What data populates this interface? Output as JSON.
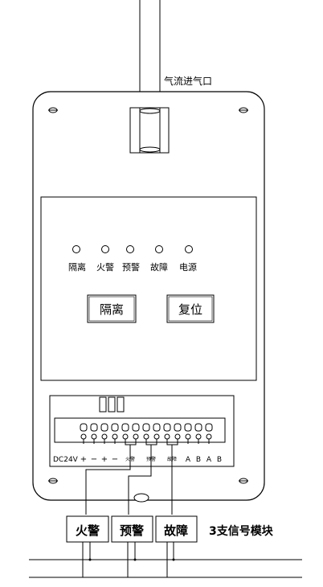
{
  "inlet_label": "气流进气口",
  "indicators": [
    "隔离",
    "火警",
    "预警",
    "故障",
    "电源"
  ],
  "buttons": {
    "isolate": "隔离",
    "reset": "复位"
  },
  "terminal_labels": {
    "dc24v": "DC24V",
    "plus1": "+",
    "minus1": "−",
    "plus2": "+",
    "minus2": "−",
    "fire": "火警",
    "prealarm": "预警",
    "fault": "故障",
    "a1": "A",
    "b1": "B",
    "a2": "A",
    "b2": "B"
  },
  "modules": [
    "火警",
    "预警",
    "故障"
  ],
  "module_caption": "3支信号模块"
}
